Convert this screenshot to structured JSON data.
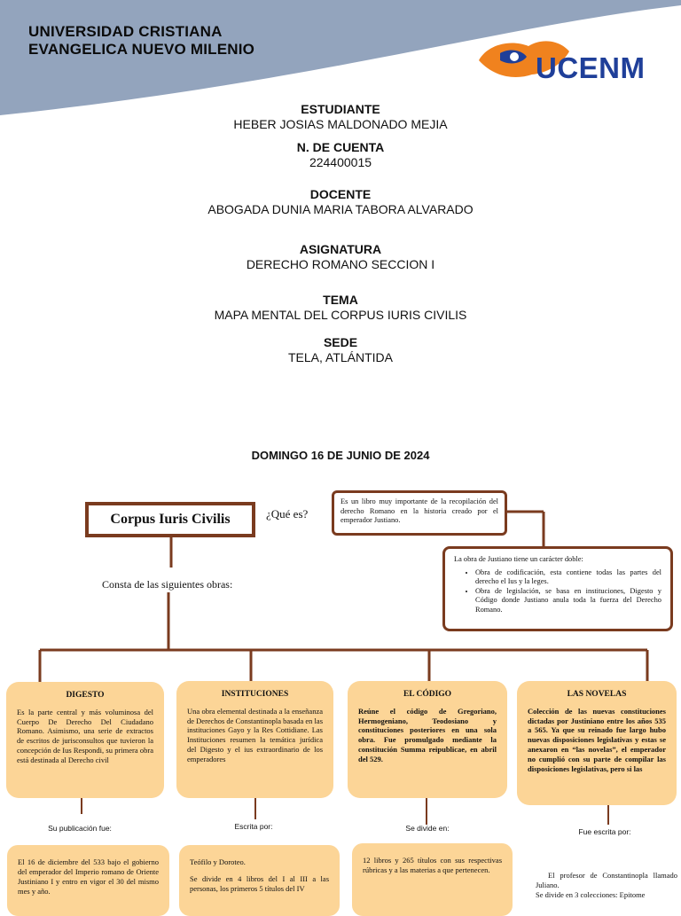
{
  "header": {
    "university_line1": "UNIVERSIDAD CRISTIANA",
    "university_line2": "EVANGELICA NUEVO MILENIO",
    "logo_text": "UCENM",
    "band_color": "#93a4bd",
    "logo_text_color": "#1f3f99",
    "logo_orange": "#f0821e"
  },
  "info": [
    {
      "label": "ESTUDIANTE",
      "value": "HEBER JOSIAS MALDONADO MEJIA"
    },
    {
      "label": "N. DE CUENTA",
      "value": "224400015"
    },
    {
      "label": "DOCENTE",
      "value": "ABOGADA DUNIA MARIA TABORA ALVARADO"
    },
    {
      "label": "ASIGNATURA",
      "value": "DERECHO ROMANO SECCION I"
    },
    {
      "label": "TEMA",
      "value": "MAPA MENTAL DEL CORPUS IURIS CIVILIS"
    },
    {
      "label": "SEDE",
      "value": "TELA, ATLÁNTIDA"
    }
  ],
  "date": "DOMINGO 16 DE JUNIO DE 2024",
  "map": {
    "title": "Corpus Iuris Civilis",
    "question": "¿Qué es?",
    "definition": "Es un libro muy importante de la recopilación del derecho Romano en la historia creado por el emperador Justiano.",
    "character_intro": "La obra de Justiano tiene un carácter doble:",
    "character_items": [
      "Obra de codificación, esta contiene todas las partes del derecho el Ius y la leges.",
      "Obra de legislación, se basa en instituciones, Digesto y Código donde Justiano anula toda la fuerza del Derecho Romano."
    ],
    "consta": "Consta de las siguientes obras:",
    "border_color": "#7a3b1f",
    "card_color": "#fcd597",
    "works": [
      {
        "title": "DIGESTO",
        "text": "Es la parte central y más voluminosa del Cuerpo De Derecho Del Ciudadano Romano. Asimismo, una serie de extractos de escritos de jurisconsultos que tuvieron la concepción de Ius Respondi, su primera obra está destinada al Derecho civil",
        "connector": "Su publicación fue:",
        "detail": [
          "El 16 de diciembre del 533 bajo el gobierno del emperador del Imperio romano de Oriente Justiniano I y entro en vigor el 30 del mismo mes y año."
        ]
      },
      {
        "title": "INSTITUCIONES",
        "text": "Una obra elemental destinada a la enseñanza de Derechos de Constantinopla basada en las instituciones Gayo y la Res Cottidiane. Las Instituciones resumen la temática jurídica del Digesto y el ius extraordinario de los emperadores",
        "connector": "Escrita por:",
        "detail": [
          "Teófilo y Doroteo.",
          "Se divide en 4 libros del I al III a las personas, los primeros 5 títulos del IV"
        ]
      },
      {
        "title": "EL CÓDIGO",
        "text": "Reúne el código de Gregoriano, Hermogeniano, Teodosiano y constituciones posteriores en una sola obra. Fue promulgado mediante la constitución Summa reipublicae, en abril del 529.",
        "connector": "Se divide en:",
        "detail": [
          "12 libros y 265 títulos con sus respectivas rúbricas y a las materias a que pertenecen."
        ]
      },
      {
        "title": "LAS NOVELAS",
        "text": "Colección de las nuevas constituciones dictadas por Justiniano entre los años 535 a 565. Ya que su reinado fue largo hubo nuevas disposiciones legislativas y estas se anexaron en “las novelas”, el emperador no cumplió con su parte de compilar las disposiciones legislativas, pero si las",
        "connector": "Fue escrita por:",
        "detail": [
          "El profesor de Constantinopla llamado Juliano.",
          "Se divide en 3 colecciones: Epitome"
        ]
      }
    ]
  }
}
